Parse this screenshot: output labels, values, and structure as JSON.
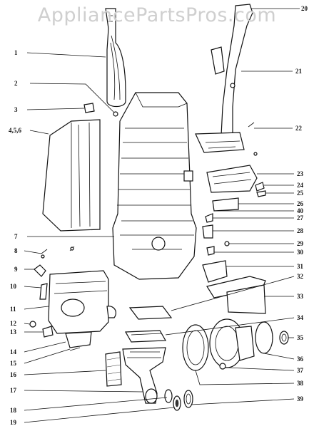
{
  "watermark": "AppliancePartsPros.com",
  "callouts": [
    "1",
    "2",
    "3",
    "4,5,6",
    "7",
    "8",
    "9",
    "10",
    "11",
    "12",
    "13",
    "14",
    "15",
    "16",
    "17",
    "18",
    "19",
    "20",
    "21",
    "22",
    "23",
    "24",
    "25",
    "26",
    "27",
    "28",
    "29",
    "30",
    "31",
    "32",
    "33",
    "34",
    "35",
    "36",
    "37",
    "38",
    "39",
    "40"
  ],
  "colors": {
    "line": "#111111",
    "background": "#ffffff",
    "watermark": "#cfcfcf"
  }
}
